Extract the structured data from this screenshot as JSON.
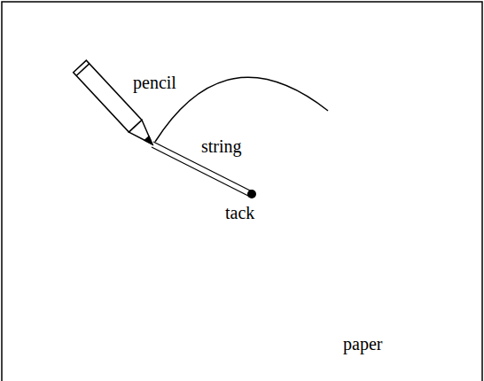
{
  "diagram": {
    "labels": [
      "pencil",
      "string",
      "tack",
      "paper"
    ]
  }
}
